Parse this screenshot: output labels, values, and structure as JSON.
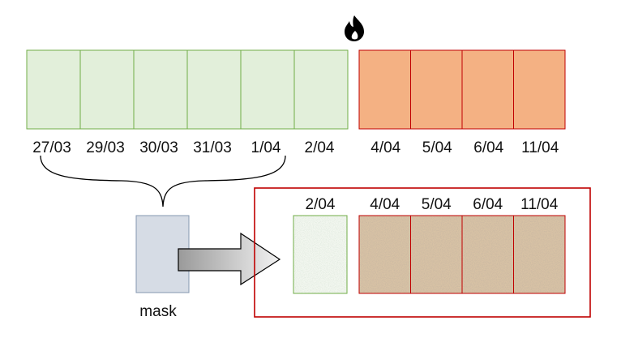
{
  "top_row": {
    "green_dates": [
      "27/03",
      "29/03",
      "30/03",
      "31/03",
      "1/04",
      "2/04"
    ],
    "orange_dates": [
      "4/04",
      "5/04",
      "6/04",
      "11/04"
    ]
  },
  "result_box": {
    "dates": [
      "2/04",
      "4/04",
      "5/04",
      "6/04",
      "11/04"
    ]
  },
  "mask": {
    "label": "mask"
  },
  "icons": {
    "fire": "fire-icon",
    "arrow": "right-arrow-icon",
    "brace": "curly-brace"
  },
  "colors": {
    "green_fill": "#e2efda",
    "green_stroke": "#70ad47",
    "orange_fill": "#f4b183",
    "orange_stroke": "#c00000",
    "mask_fill": "#d6dce5",
    "mask_stroke": "#8497b0",
    "result_border": "#c00000",
    "sand_fill": "#d9c3a5"
  }
}
